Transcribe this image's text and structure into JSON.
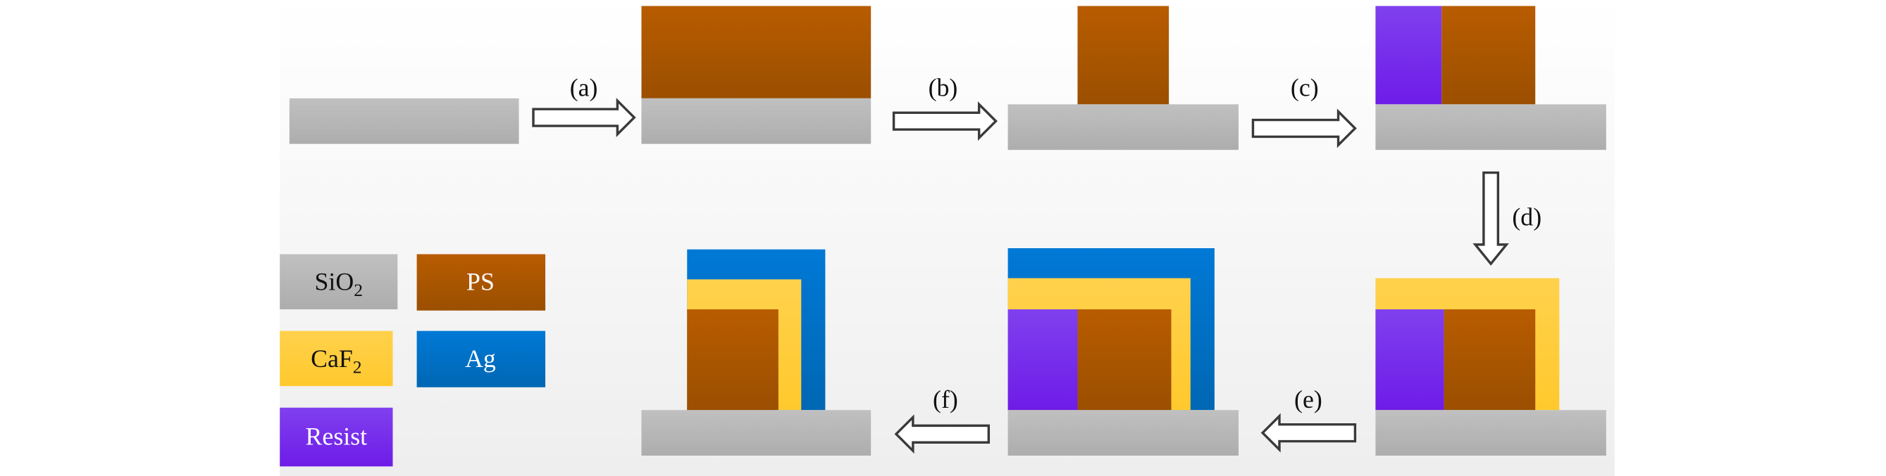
{
  "steps": {
    "a": "(a)",
    "b": "(b)",
    "c": "(c)",
    "d": "(d)",
    "e": "(e)",
    "f": "(f)"
  },
  "legend": {
    "sio2": {
      "base": "SiO",
      "sub": "2"
    },
    "ps": {
      "base": "PS"
    },
    "caf2": {
      "base": "CaF",
      "sub": "2"
    },
    "ag": {
      "base": "Ag"
    },
    "resist": {
      "base": "Resist"
    }
  },
  "colors": {
    "sio2": [
      "#c0c0c0",
      "#adadad"
    ],
    "ps": [
      "#b85c00",
      "#9b4f00"
    ],
    "caf2": [
      "#ffd14c",
      "#ffc92d"
    ],
    "ag": [
      "#0079d6",
      "#0067b3"
    ],
    "resist": [
      "#8040ee",
      "#6e1ce8"
    ]
  }
}
